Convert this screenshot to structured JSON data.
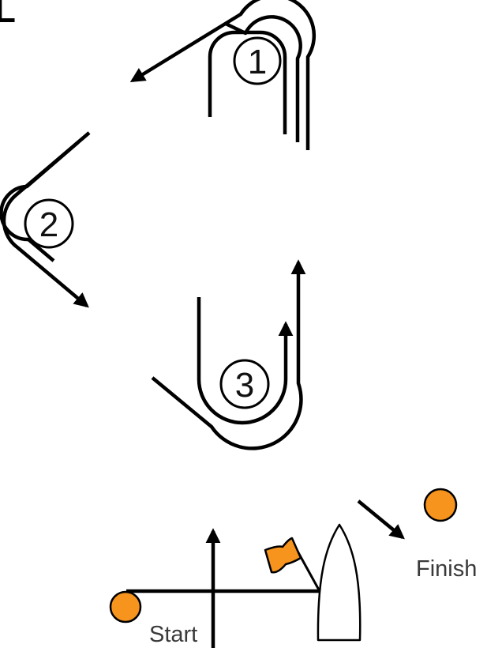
{
  "corner_label": "L",
  "marks": [
    {
      "id": "mark-1",
      "label": "1"
    },
    {
      "id": "mark-2",
      "label": "2"
    },
    {
      "id": "mark-3",
      "label": "3"
    }
  ],
  "labels": {
    "start": "Start",
    "finish": "Finish"
  },
  "colors": {
    "buoy": "#F7941D",
    "flag": "#F7941D",
    "line": "#000000",
    "label": "#3a3a3a"
  },
  "icons": [
    "start-buoy-icon",
    "finish-buoy-icon",
    "committee-boat-icon",
    "orange-flag-icon"
  ]
}
